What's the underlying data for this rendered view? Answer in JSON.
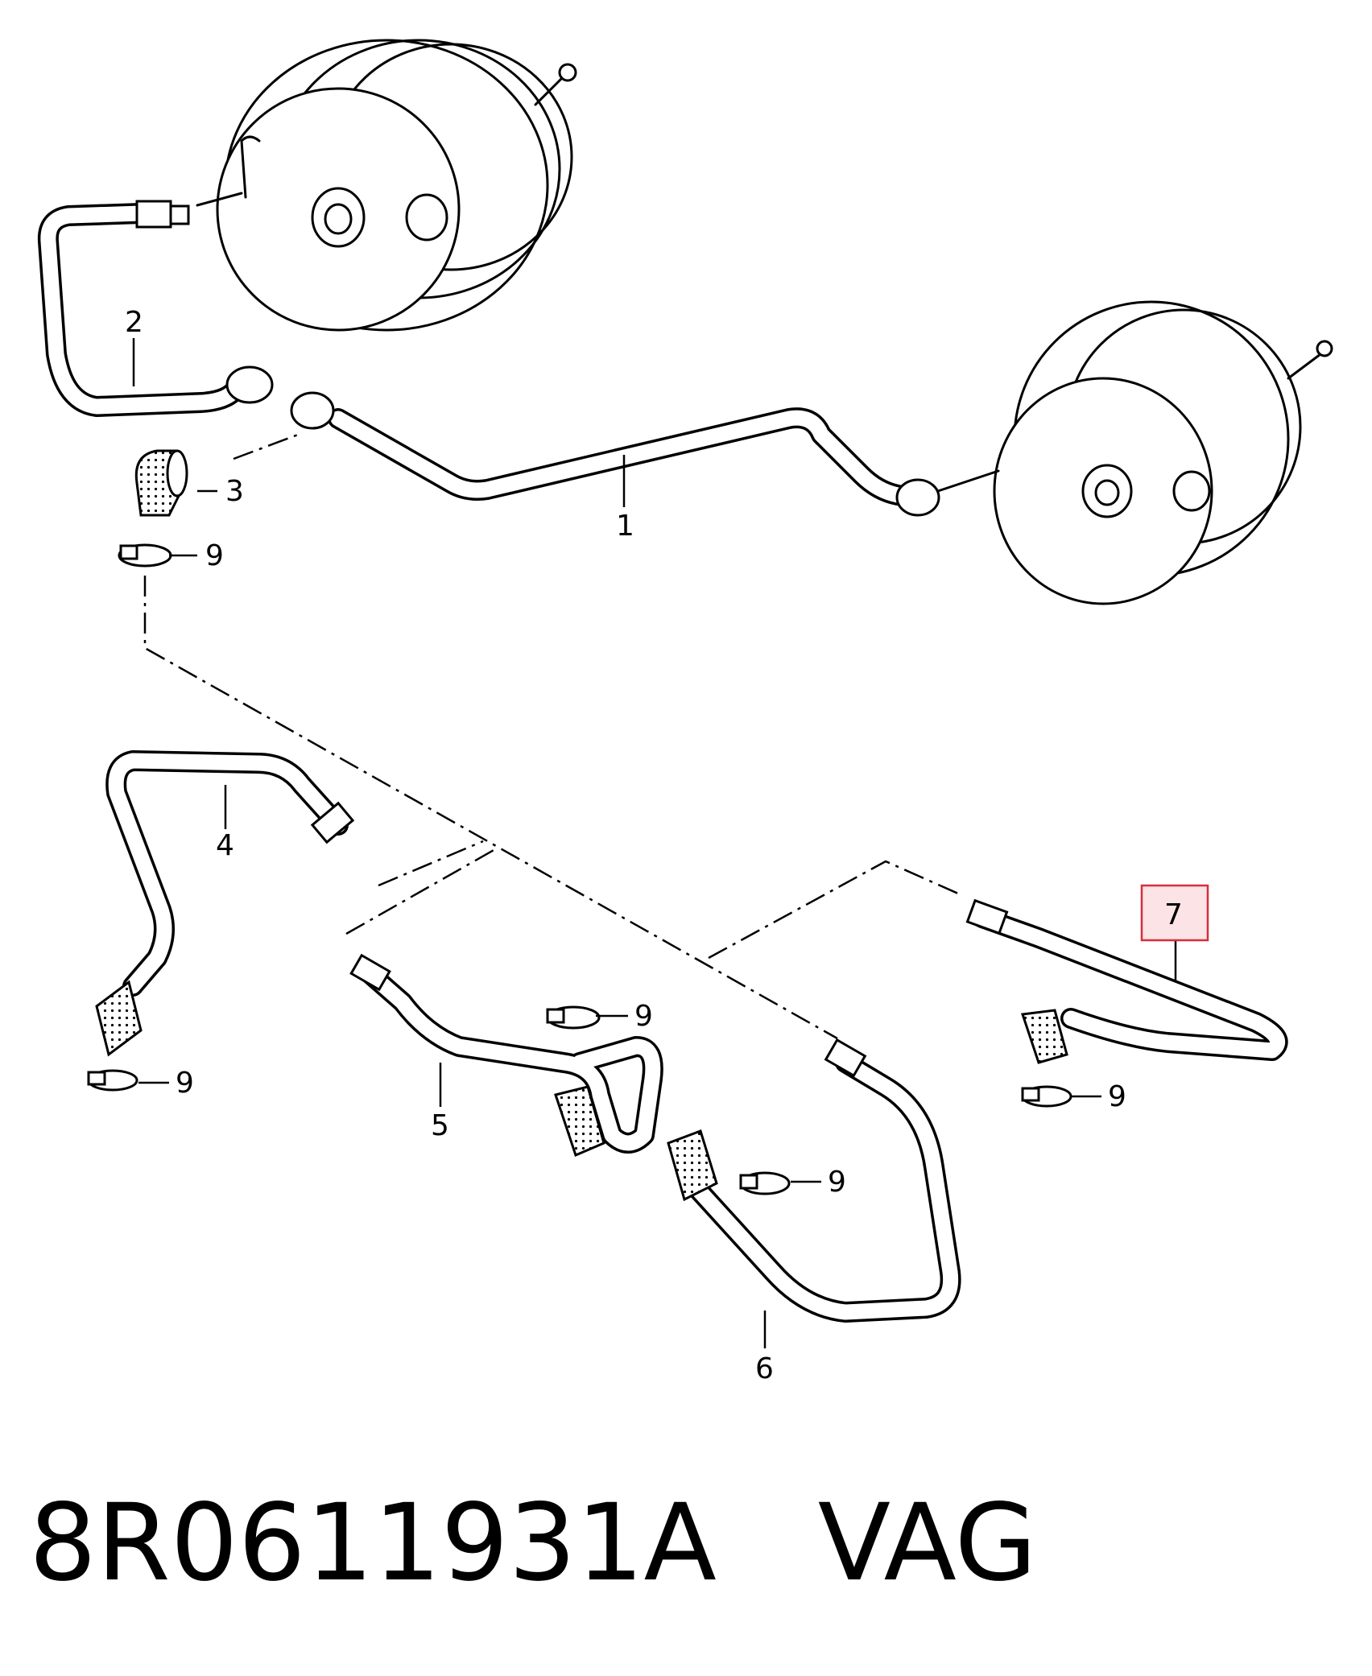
{
  "callouts": [
    "1",
    "2",
    "3",
    "4",
    "5",
    "6",
    "7",
    "9"
  ],
  "highlight_color": "#d62e3c",
  "highlight_fill": "#fbe3e6",
  "footer": {
    "part_number": "8R0611931A",
    "brand": "VAG"
  }
}
